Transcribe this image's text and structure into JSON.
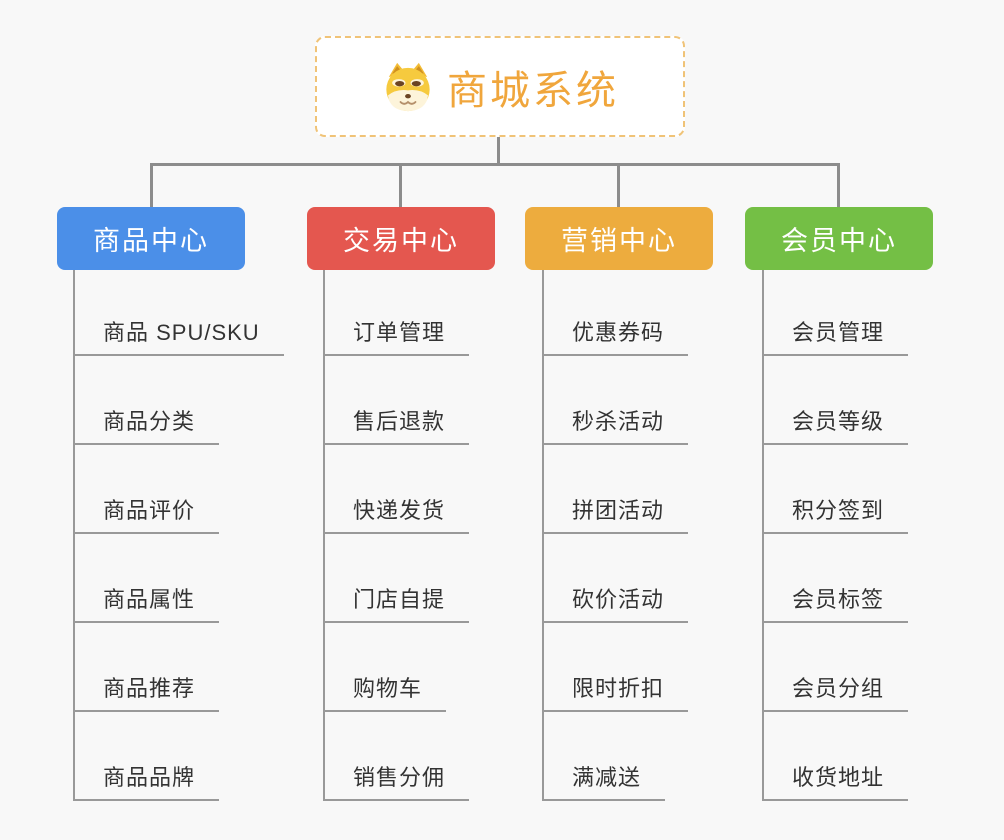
{
  "page": {
    "background_color": "#f8f8f8",
    "connector_color": "#8c8c8c",
    "child_line_color": "#999999",
    "child_text_color": "#333333"
  },
  "root": {
    "title": "商城系统",
    "icon": "shiba-dog-icon",
    "text_color": "#f0a63c",
    "border_color": "#f0c377"
  },
  "branches": [
    {
      "label": "商品中心",
      "color": "#4b8fe8",
      "children": [
        "商品 SPU/SKU",
        "商品分类",
        "商品评价",
        "商品属性",
        "商品推荐",
        "商品品牌"
      ]
    },
    {
      "label": "交易中心",
      "color": "#e4574f",
      "children": [
        "订单管理",
        "售后退款",
        "快递发货",
        "门店自提",
        "购物车",
        "销售分佣"
      ]
    },
    {
      "label": "营销中心",
      "color": "#edac3e",
      "children": [
        "优惠券码",
        "秒杀活动",
        "拼团活动",
        "砍价活动",
        "限时折扣",
        "满减送"
      ]
    },
    {
      "label": "会员中心",
      "color": "#74bf45",
      "children": [
        "会员管理",
        "会员等级",
        "积分签到",
        "会员标签",
        "会员分组",
        "收货地址"
      ]
    }
  ]
}
